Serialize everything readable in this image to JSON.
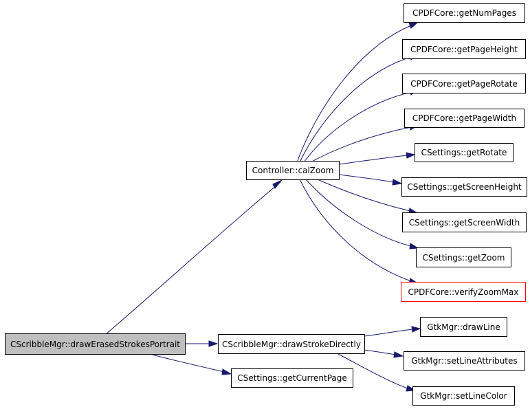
{
  "colors": {
    "edge": "#191970",
    "root_fill": "#bfbfbf",
    "node_border": "#000000",
    "highlight_border": "#ff0000"
  },
  "nodes": {
    "root": "CScribbleMgr::drawErasedStrokesPortrait",
    "calZoom": "Controller::calZoom",
    "drawStrokeDirectly": "CScribbleMgr::drawStrokeDirectly",
    "getCurrentPage": "CSettings::getCurrentPage",
    "getNumPages": "CPDFCore::getNumPages",
    "getPageHeight": "CPDFCore::getPageHeight",
    "getPageRotate": "CPDFCore::getPageRotate",
    "getPageWidth": "CPDFCore::getPageWidth",
    "getRotate": "CSettings::getRotate",
    "getScreenHeight": "CSettings::getScreenHeight",
    "getScreenWidth": "CSettings::getScreenWidth",
    "getZoom": "CSettings::getZoom",
    "verifyZoomMax": "CPDFCore::verifyZoomMax",
    "drawLine": "GtkMgr::drawLine",
    "setLineAttributes": "GtkMgr::setLineAttributes",
    "setLineColor": "GtkMgr::setLineColor"
  }
}
